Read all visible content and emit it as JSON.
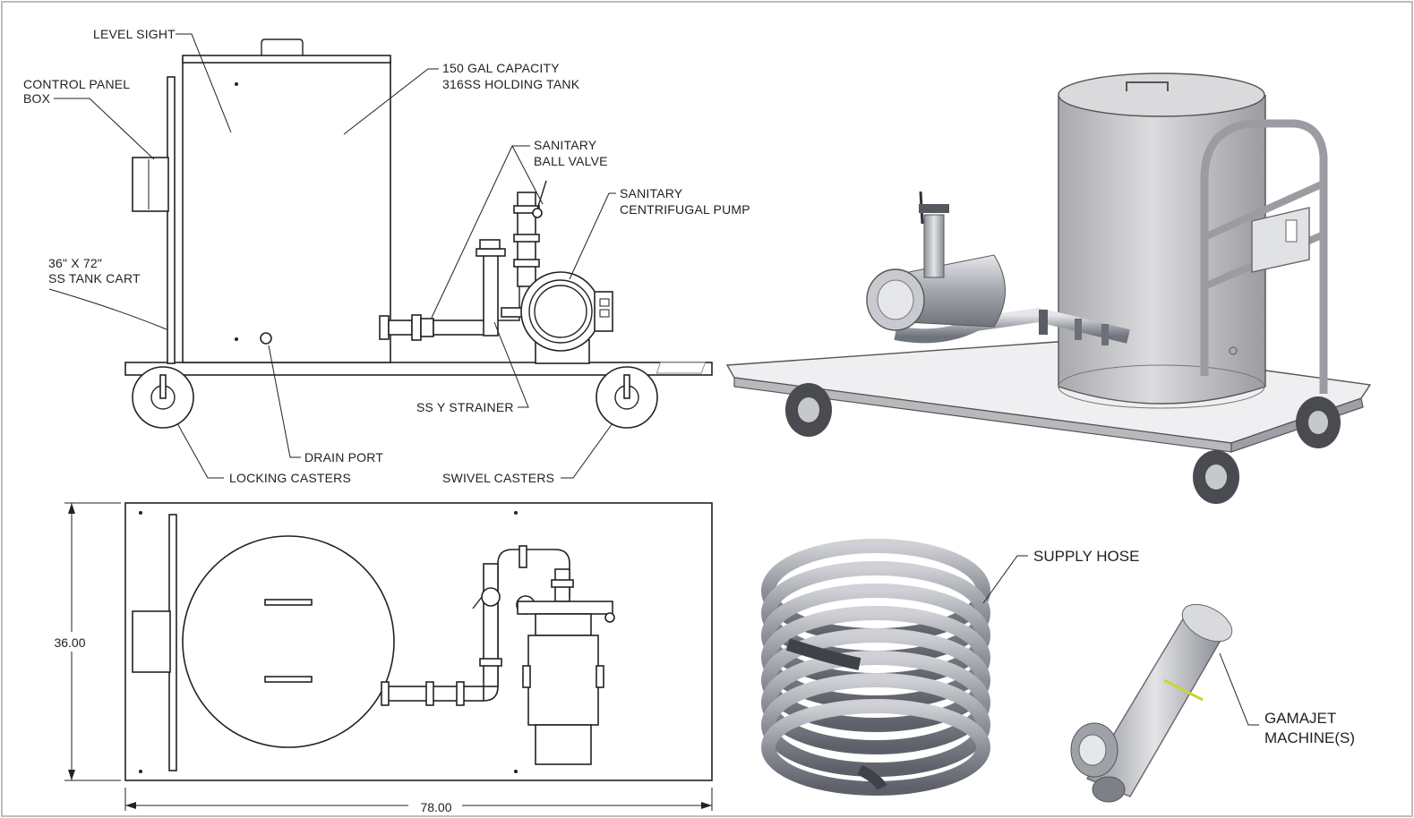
{
  "labels": {
    "level_sight": "LEVEL SIGHT",
    "control_panel": [
      "CONTROL PANEL",
      "BOX"
    ],
    "holding_tank": [
      "150 GAL CAPACITY",
      "316SS HOLDING TANK"
    ],
    "ball_valve": [
      "SANITARY",
      "BALL VALVE"
    ],
    "centrifugal_pump": [
      "SANITARY",
      "CENTRIFUGAL PUMP"
    ],
    "tank_cart": [
      "36\" X 72\"",
      "SS TANK CART"
    ],
    "y_strainer": "SS Y STRAINER",
    "drain_port": "DRAIN PORT",
    "locking_casters": "LOCKING CASTERS",
    "swivel_casters": "SWIVEL CASTERS",
    "supply_hose": "SUPPLY HOSE",
    "gamajet": [
      "GAMAJET",
      "MACHINE(S)"
    ]
  },
  "dimensions": {
    "height": "36.00",
    "width": "78.00"
  },
  "colors": {
    "line": "#222222",
    "steel": "#b9bcc2",
    "steel_dark": "#7d8189",
    "tank_glass": "#c9c9cc",
    "wheel": "#555555"
  }
}
